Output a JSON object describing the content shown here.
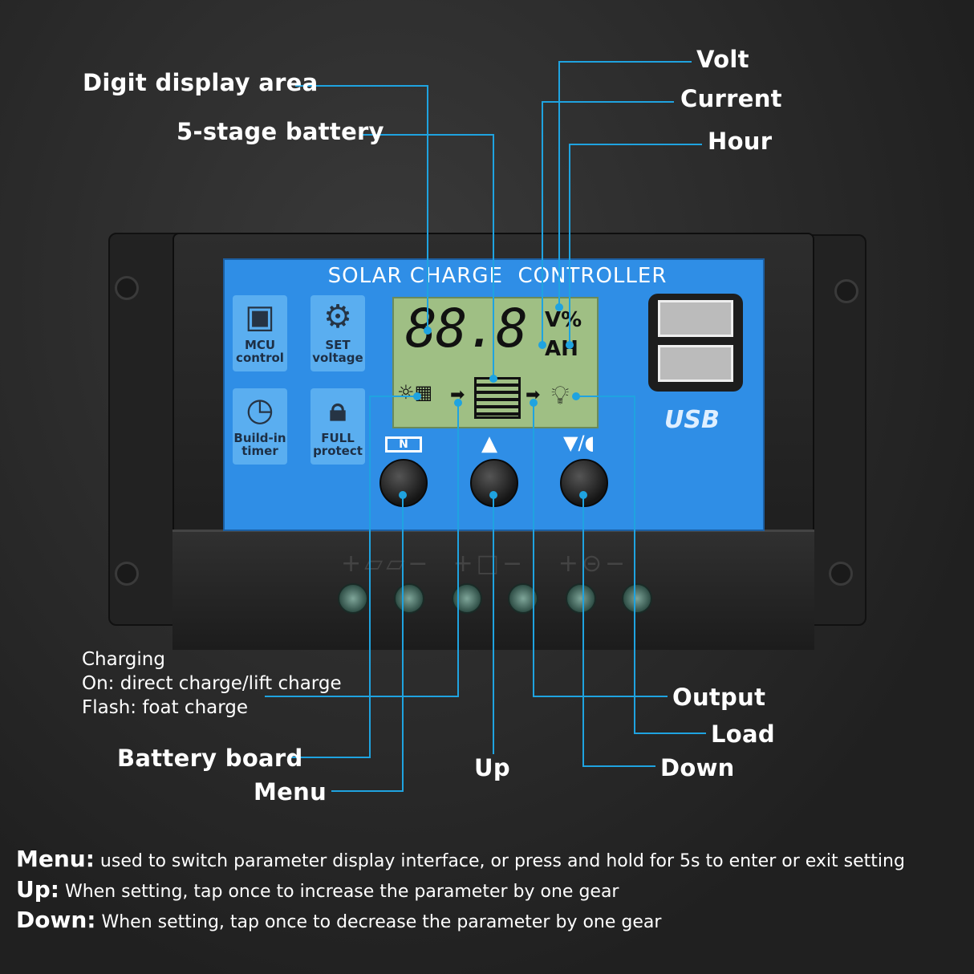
{
  "device": {
    "title": "SOLAR CHARGE  CONTROLLER",
    "features": [
      {
        "icon": "chip-icon",
        "line1": "MCU",
        "line2": "control"
      },
      {
        "icon": "gear-icon",
        "line1": "SET",
        "line2": "voltage"
      },
      {
        "icon": "clock-icon",
        "line1": "Build-in",
        "line2": "timer"
      },
      {
        "icon": "lock-icon",
        "line1": "FULL",
        "line2": "protect"
      }
    ],
    "lcd": {
      "digits": "88.8",
      "unit_top": "V%",
      "unit_bottom": "AH"
    },
    "usb_label": "USB",
    "button_icons": [
      "menu-icon",
      "plus-icon",
      "minus-bulb-icon"
    ],
    "accent_color": "#1fa3e0",
    "panel_color": "#2f8ee6"
  },
  "labels": {
    "digit_display": "Digit display area",
    "battery_stage": "5-stage battery",
    "volt": "Volt",
    "current": "Current",
    "hour": "Hour",
    "charging_1": "Charging",
    "charging_2": "On: direct charge/lift charge",
    "charging_3": "Flash: foat charge",
    "battery_board": "Battery board",
    "menu": "Menu",
    "up": "Up",
    "output": "Output",
    "load": "Load",
    "down": "Down"
  },
  "descriptions": [
    {
      "key": "Menu:",
      "text": " used to switch parameter display interface, or press and hold for 5s to enter or exit setting"
    },
    {
      "key": "Up:",
      "text": " When setting, tap once to increase the parameter by one gear"
    },
    {
      "key": "Down:",
      "text": " When setting, tap once to decrease the parameter by one gear"
    }
  ]
}
